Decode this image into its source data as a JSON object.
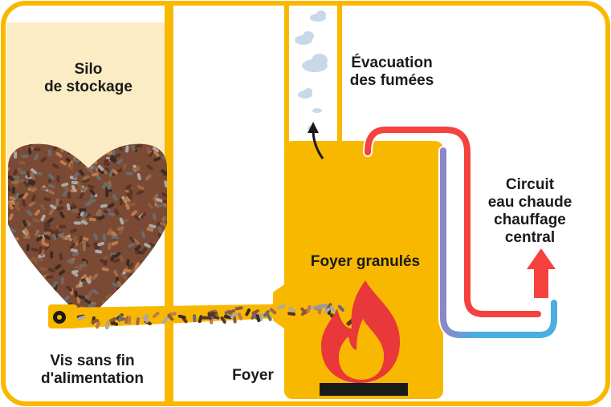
{
  "labels": {
    "silo": [
      "Silo",
      "de stockage"
    ],
    "evacuation": [
      "Évacuation",
      "des fumées"
    ],
    "circuit": [
      "Circuit",
      "eau chaude",
      "chauffage",
      "central"
    ],
    "foyer_granules": "Foyer granulés",
    "vis": [
      "Vis sans fin",
      "d'alimentation"
    ],
    "foyer": "Foyer"
  },
  "colors": {
    "frame": "#F9B800",
    "silo_fill": "#FCECC3",
    "boiler": "#F9B800",
    "hot_pipe": "#F5423F",
    "cold_pipe": "#4AAEE0",
    "flame_outer": "#E8383A",
    "flame_inner": "#F9B800",
    "smoke": "#C8D8E8",
    "grate": "#1a1a1a"
  },
  "icons": [
    "pellet-pile",
    "auger-screw",
    "gear-icon",
    "flame-icon",
    "smoke-cloud-icon",
    "up-arrow-icon",
    "smoke-arrow-icon"
  ]
}
